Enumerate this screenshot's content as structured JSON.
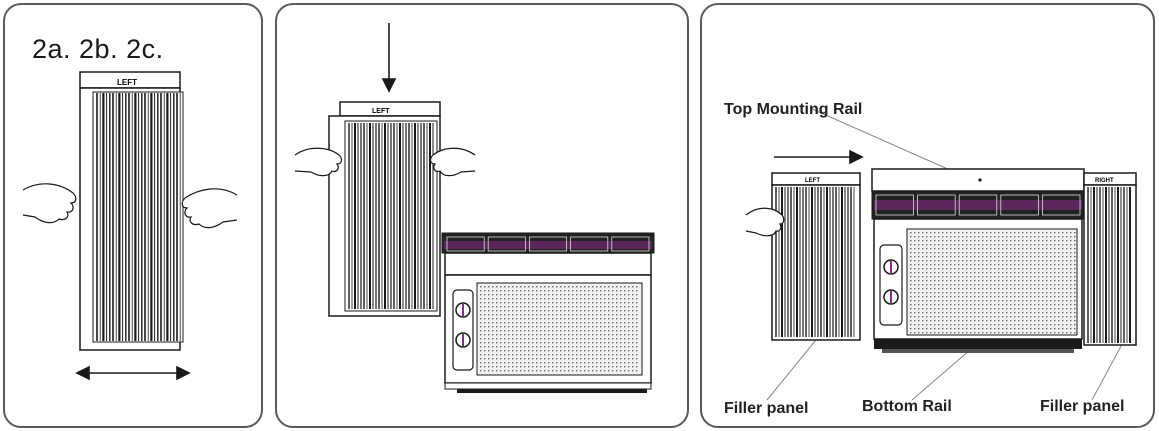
{
  "step_title": "2a. 2b. 2c.",
  "panel1": {
    "filler_tag": "LEFT"
  },
  "panel2": {
    "filler_tag": "LEFT"
  },
  "panel3": {
    "left_tag": "LEFT",
    "right_tag": "RIGHT",
    "callouts": {
      "top_rail": "Top Mounting Rail",
      "filler_left": "Filler panel",
      "bottom_rail": "Bottom Rail",
      "filler_right": "Filler panel"
    }
  },
  "colors": {
    "accent": "#8a2a8c",
    "stroke": "#1a1a1a",
    "border": "#5a5a5a"
  },
  "icons": [
    "double-arrow-icon",
    "down-arrow-icon",
    "right-arrow-icon",
    "hand-icon"
  ]
}
